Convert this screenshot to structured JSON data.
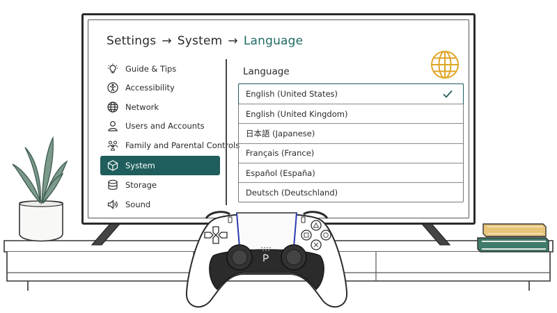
{
  "breadcrumb": {
    "items": [
      "Settings",
      "System",
      "Language"
    ],
    "separator": "→"
  },
  "sidebar": {
    "items": [
      {
        "label": "Guide & Tips",
        "icon": "lightbulb-icon"
      },
      {
        "label": "Accessibility",
        "icon": "accessibility-icon"
      },
      {
        "label": "Network",
        "icon": "globe-icon"
      },
      {
        "label": "Users and Accounts",
        "icon": "user-icon"
      },
      {
        "label": "Family and Parental Controls",
        "icon": "family-icon"
      },
      {
        "label": "System",
        "icon": "cube-icon",
        "active": true
      },
      {
        "label": "Storage",
        "icon": "database-icon"
      },
      {
        "label": "Sound",
        "icon": "speaker-icon"
      }
    ]
  },
  "content": {
    "title": "Language",
    "languages": [
      {
        "label": "English (United States)",
        "selected": true
      },
      {
        "label": "English (United Kingdom)"
      },
      {
        "label": "日本語 (Japanese)"
      },
      {
        "label": "Français (France)"
      },
      {
        "label": "Español (España)"
      },
      {
        "label": "Deutsch (Deutschland)"
      }
    ]
  },
  "colors": {
    "accent": "#1f5e5c",
    "accent_text": "#1f6a63",
    "globe": "#e0a526",
    "book_yellow": "#e8c57a",
    "book_green": "#3f7a6a",
    "plant": "#6f8f7f"
  }
}
